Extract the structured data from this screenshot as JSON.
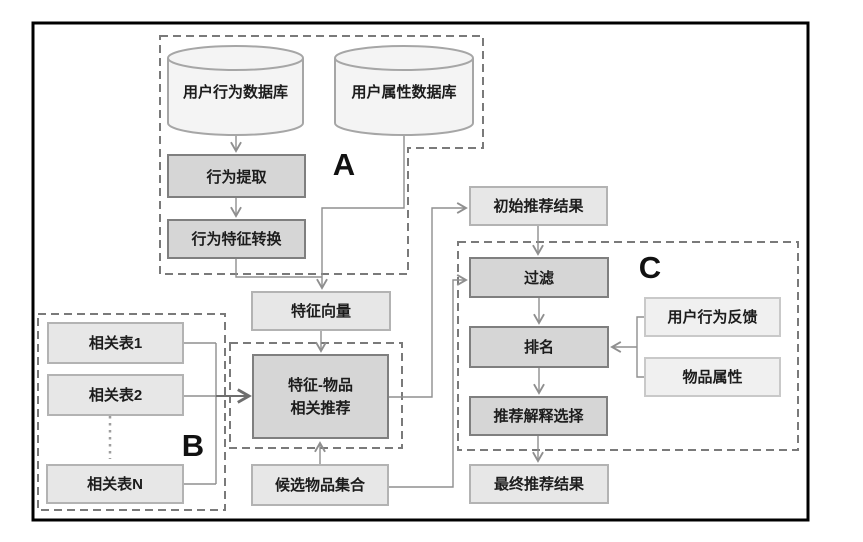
{
  "diagram": {
    "group_labels": {
      "a": "A",
      "b": "B",
      "c": "C"
    },
    "databases": {
      "user_behavior_db": "用户行为数据库",
      "user_attribute_db": "用户属性数据库"
    },
    "nodes": {
      "behavior_extraction": "行为提取",
      "behavior_feature_conversion": "行为特征转换",
      "feature_vector": "特征向量",
      "feature_item_recommend_line1": "特征-物品",
      "feature_item_recommend_line2": "相关推荐",
      "related_table_1": "相关表1",
      "related_table_2": "相关表2",
      "related_table_n": "相关表N",
      "candidate_item_set": "候选物品集合",
      "initial_recommendation_result": "初始推荐结果",
      "filter": "过滤",
      "ranking": "排名",
      "user_behavior_feedback": "用户行为反馈",
      "item_attribute": "物品属性",
      "recommendation_explanation_selection": "推荐解释选择",
      "final_recommendation_result": "最终推荐结果"
    },
    "colors": {
      "frame": "#000000",
      "dashed_group_border": "#7a7a7a",
      "shaded_box_fill": "#d6d6d6",
      "shaded_box_border": "#7f7f7f",
      "light_box_fill": "#e7e7e7",
      "light_box_border": "#b3b3b3",
      "faint_box_fill": "#f0f0f0",
      "cylinder_fill": "#f4f4f4",
      "connector": "#8f8f8f",
      "text": "#1c1c1c"
    }
  }
}
